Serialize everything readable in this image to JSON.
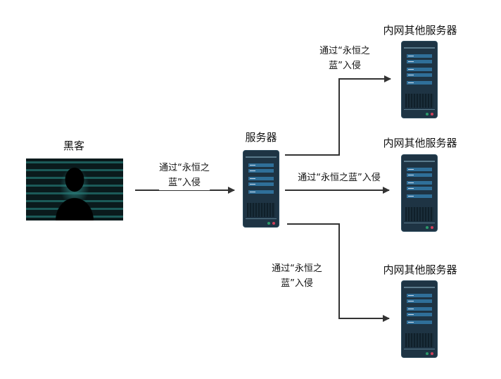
{
  "hacker": {
    "label": "黑客"
  },
  "main_server": {
    "label": "服务器"
  },
  "attack_edge": {
    "line1": "通过“永恒之",
    "line2": "蓝”入侵"
  },
  "targets": [
    {
      "label": "内网其他服务器",
      "edge_line1": "通过“永恒之",
      "edge_line2": "蓝”入侵"
    },
    {
      "label": "内网其他服务器",
      "edge_line1": "通过“永恒之蓝”入侵"
    },
    {
      "label": "内网其他服务器",
      "edge_line1": "通过“永恒之",
      "edge_line2": "蓝”入侵"
    }
  ],
  "colors": {
    "server_body": "#1e3444",
    "server_bar": "#2f6f99",
    "arrow": "#333333"
  }
}
